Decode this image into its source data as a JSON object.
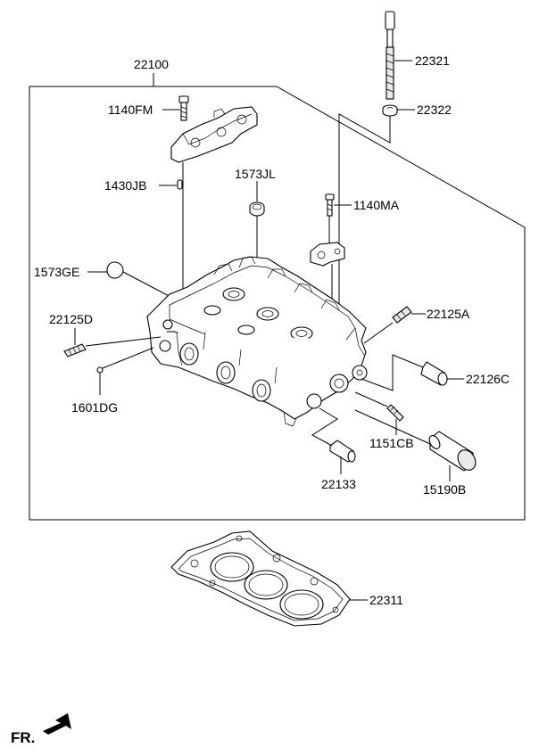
{
  "labels": {
    "assembly": "22100",
    "bolt": "22321",
    "washer": "22322",
    "bolt_fm": "1140FM",
    "pin_jb": "1430JB",
    "plug_jl": "1573JL",
    "bolt_ma": "1140MA",
    "plug_ge": "1573GE",
    "stud_d": "22125D",
    "stud_a": "22125A",
    "plug_dg": "1601DG",
    "guide_c": "22126C",
    "stud_cb": "1151CB",
    "tappet": "15190B",
    "guide_133": "22133",
    "gasket": "22311",
    "front": "FR."
  },
  "colors": {
    "line": "#000000",
    "background": "#ffffff"
  },
  "icons": {
    "front_indicator": "arrow-down-left-icon"
  }
}
